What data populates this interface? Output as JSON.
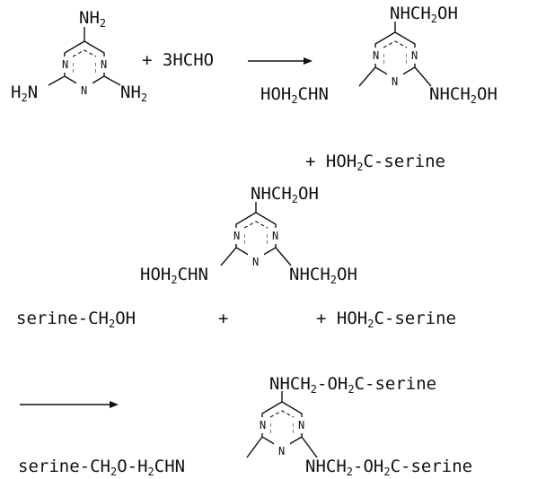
{
  "ring_atom": "N",
  "step1": {
    "melamine": {
      "top": "NH",
      "top_sub": "2",
      "left": "H",
      "left_sub": "2",
      "left_tail": "N",
      "right": "NH",
      "right_sub": "2"
    },
    "reagent": "+ 3HCHO",
    "product": {
      "top": "NHCH",
      "top_sub": "2",
      "top_tail": "OH",
      "left": "HOH",
      "left_sub": "2",
      "left_tail": "CHN",
      "right": "NHCH",
      "right_sub": "2",
      "right_tail": "OH"
    }
  },
  "step2": {
    "reagent_top": "+ HOH",
    "reagent_top_sub": "2",
    "reagent_top_tail": "C-serine",
    "center": {
      "top": "NHCH",
      "top_sub": "2",
      "top_tail": "OH",
      "left": "HOH",
      "left_sub": "2",
      "left_tail": "CHN",
      "right": "NHCH",
      "right_sub": "2",
      "right_tail": "OH"
    },
    "left_reagent": "serine-CH",
    "left_reagent_sub": "2",
    "left_reagent_tail": "OH",
    "plus": "+",
    "right_reagent": "+ HOH",
    "right_reagent_sub": "2",
    "right_reagent_tail": "C-serine"
  },
  "step3": {
    "top": "NHCH",
    "top_sub": "2",
    "top_tail": "-OH",
    "top_sub2": "2",
    "top_tail2": "C-serine",
    "left": "serine-CH",
    "left_sub": "2",
    "left_tail": "O-H",
    "left_sub2": "2",
    "left_tail2": "CHN",
    "right": "NHCH",
    "right_sub": "2",
    "right_tail": "-OH",
    "right_sub2": "2",
    "right_tail2": "C-serine"
  }
}
